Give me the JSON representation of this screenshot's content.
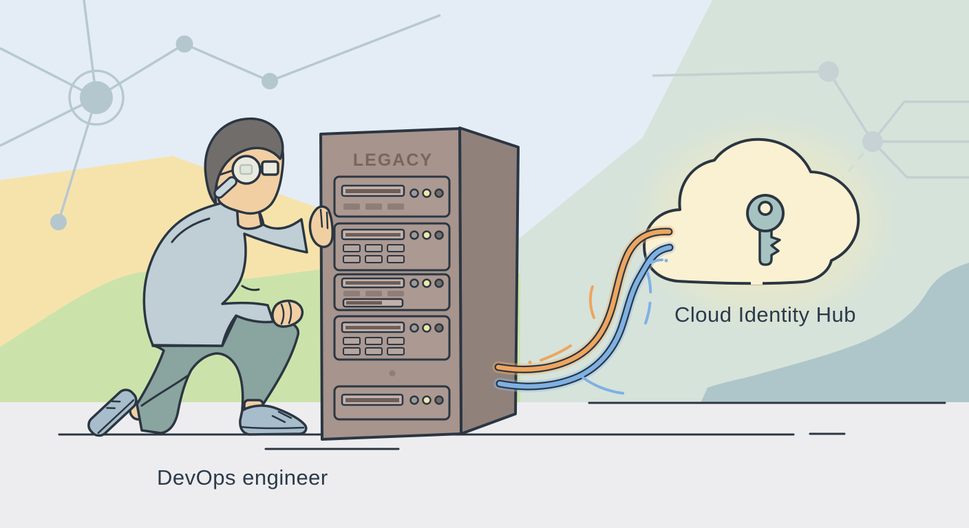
{
  "scene": {
    "server_label": "LEGACY",
    "cloud_label": "Cloud Identity Hub",
    "person_label": "DevOps engineer"
  },
  "colors": {
    "sky": "#E4EDF5",
    "mint": "#D6E3DA",
    "mountain_yellow": "#F6E3AC",
    "hill_green": "#CBE3AA",
    "wave_teal": "#AEC6C9",
    "ground": "#EDEDEF",
    "outline": "#2B3642",
    "server_front": "#A6948D",
    "server_side": "#91817B",
    "server_bay": "#AB9992",
    "server_slot": "#C2B2AB",
    "server_slot_dark": "#6E5E57",
    "server_button": "#8E7E77",
    "legacy_text": "#79655A",
    "led_gray": "#9B9B99",
    "led_yellow": "#EFE7A6",
    "led_dark": "#716D68",
    "cloud_fill": "#FAF1D2",
    "cloud_glow": "#F4EBBE",
    "key_fill": "#A7C3C1",
    "cable_orange": "#EEA55E",
    "cable_blue": "#7EB1E4",
    "hoodie": "#BFCFD5",
    "pants": "#8AA49F",
    "shoes": "#A7BDCB",
    "skin": "#F1CFA3",
    "hair": "#716D6A",
    "label_text": "#2C3A4A",
    "network_left": "#B7C8D0",
    "network_right": "#C3CFD2"
  },
  "icons": {
    "cloud": "cloud-icon",
    "key": "key-icon",
    "server": "server-rack-icon",
    "network_node": "network-node-icon",
    "cable_orange": "glowing-orange-cable",
    "cable_blue": "glowing-blue-cable"
  }
}
